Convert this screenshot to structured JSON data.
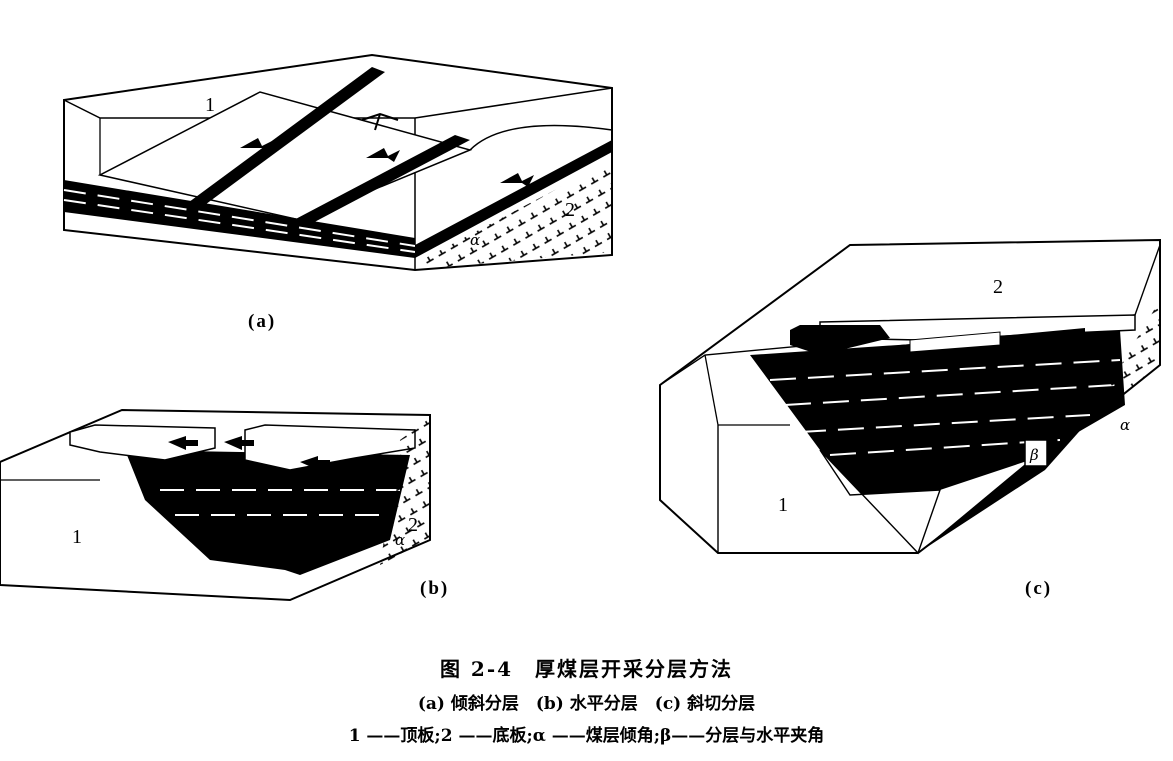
{
  "panels": {
    "a": {
      "label": "(a)",
      "mark_1": "1",
      "mark_2": "2",
      "angle": "α"
    },
    "b": {
      "label": "(b)",
      "mark_1": "1",
      "mark_2": "2",
      "angle": "α"
    },
    "c": {
      "label": "(c)",
      "mark_1": "1",
      "mark_2": "2",
      "angle_alpha": "α",
      "angle_beta": "β"
    }
  },
  "caption": {
    "title": "图 2-4　厚煤层开采分层方法",
    "subtitle": "(a) 倾斜分层　(b) 水平分层　(c) 斜切分层",
    "legend": "1 ——顶板;2 ——底板;α ——煤层倾角;β——分层与水平夹角"
  }
}
